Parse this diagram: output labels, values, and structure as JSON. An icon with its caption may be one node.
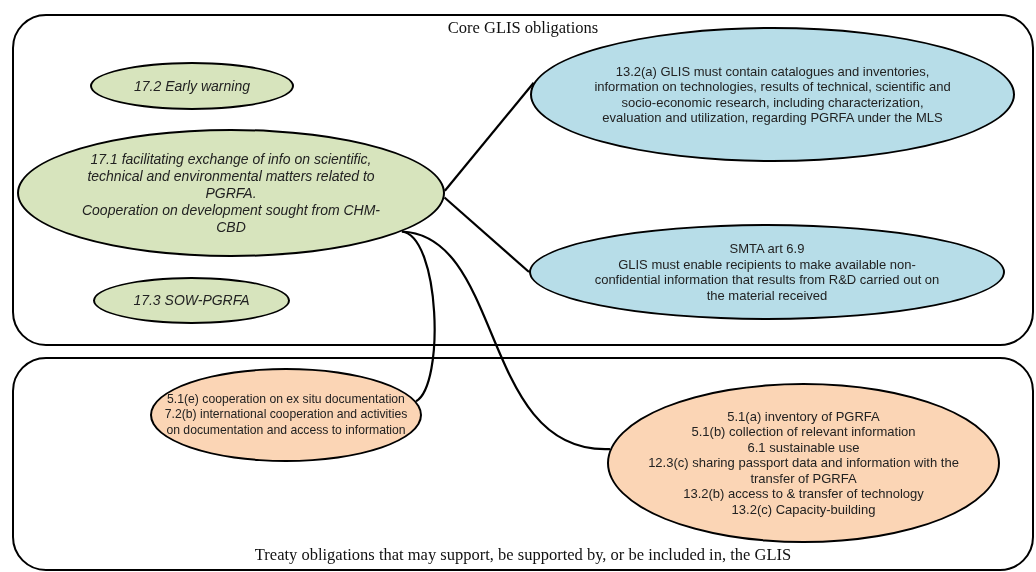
{
  "diagram": {
    "nodes": [
      {
        "text": [
          "Core GLIS obligations"
        ]
      },
      {
        "text": [
          "17.2 Early warning"
        ],
        "in": 0
      },
      {
        "text": [
          "17.1 facilitating exchange of info on scientific, technical and environmental matters related to PGRFA.",
          "Cooperation on development sought from CHM-CBD"
        ],
        "in": 0
      },
      {
        "text": [
          "17.3 SOW-PGRFA"
        ],
        "in": 0
      },
      {
        "text": [
          "13.2(a) GLIS must contain catalogues and inventories, information on technologies, results of technical, scientific and socio-economic research, including characterization, evaluation and utilization, regarding PGRFA under the MLS"
        ],
        "in": 0
      },
      {
        "text": [
          "SMTA art 6.9",
          "GLIS must enable recipients to make available non-confidential information that results from R&D carried out on the material received"
        ],
        "in": 0
      },
      {
        "text": [
          "Treaty obligations that may support, be supported by, or be included in, the GLIS"
        ]
      },
      {
        "text": [
          "5.1(e) cooperation on ex situ documentation",
          "7.2(b) international cooperation and activities on documentation and access to information"
        ],
        "in": 6
      },
      {
        "text": [
          "5.1(a)  inventory of PGRFA",
          "5.1(b) collection of relevant information",
          "6.1 sustainable use",
          "12.3(c) sharing passport data and information with the transfer of PGRFA",
          "13.2(b) access to & transfer of technology",
          "13.2(c) Capacity-building"
        ],
        "in": 6
      }
    ],
    "edges": [
      {
        "from": 2,
        "to": 4,
        "arrow": "none"
      },
      {
        "from": 2,
        "to": 5,
        "arrow": "none"
      },
      {
        "from": 2,
        "to": 7,
        "arrow": "none"
      },
      {
        "from": 2,
        "to": 8,
        "arrow": "none"
      }
    ]
  }
}
